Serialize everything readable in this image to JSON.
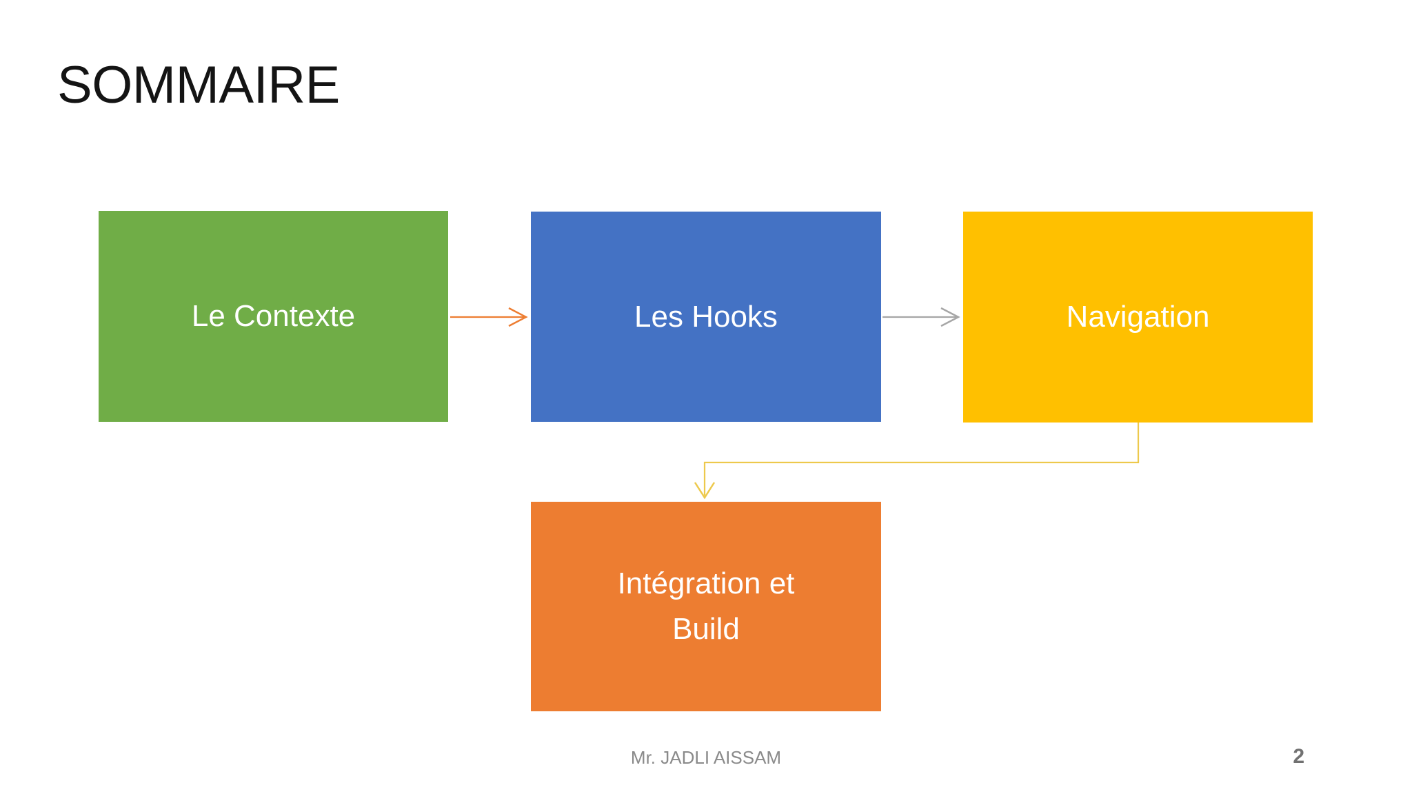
{
  "slide": {
    "title": "SOMMAIRE",
    "footer_author": "Mr. JADLI AISSAM",
    "page_number": "2",
    "background_color": "#FFFFFF"
  },
  "diagram": {
    "nodes": [
      {
        "label": "Le Contexte",
        "color": "#70AD47",
        "text_color": "#FFFFFF"
      },
      {
        "label": "Les Hooks",
        "color": "#4472C4",
        "text_color": "#FFFFFF"
      },
      {
        "label": "Navigation",
        "color": "#FFC000",
        "text_color": "#FFFFFF"
      },
      {
        "label": "Intégration et\nBuild",
        "color": "#ED7D31",
        "text_color": "#FFFFFF"
      }
    ],
    "connectors": [
      {
        "from": "Le Contexte",
        "to": "Les Hooks",
        "style": "straight-open-arrow",
        "color": "#ED7D31"
      },
      {
        "from": "Les Hooks",
        "to": "Navigation",
        "style": "straight-open-arrow",
        "color": "#A6A6A6"
      },
      {
        "from": "Navigation",
        "to": "Intégration et Build",
        "style": "elbow-open-arrow",
        "color": "#EDC94C"
      }
    ]
  }
}
